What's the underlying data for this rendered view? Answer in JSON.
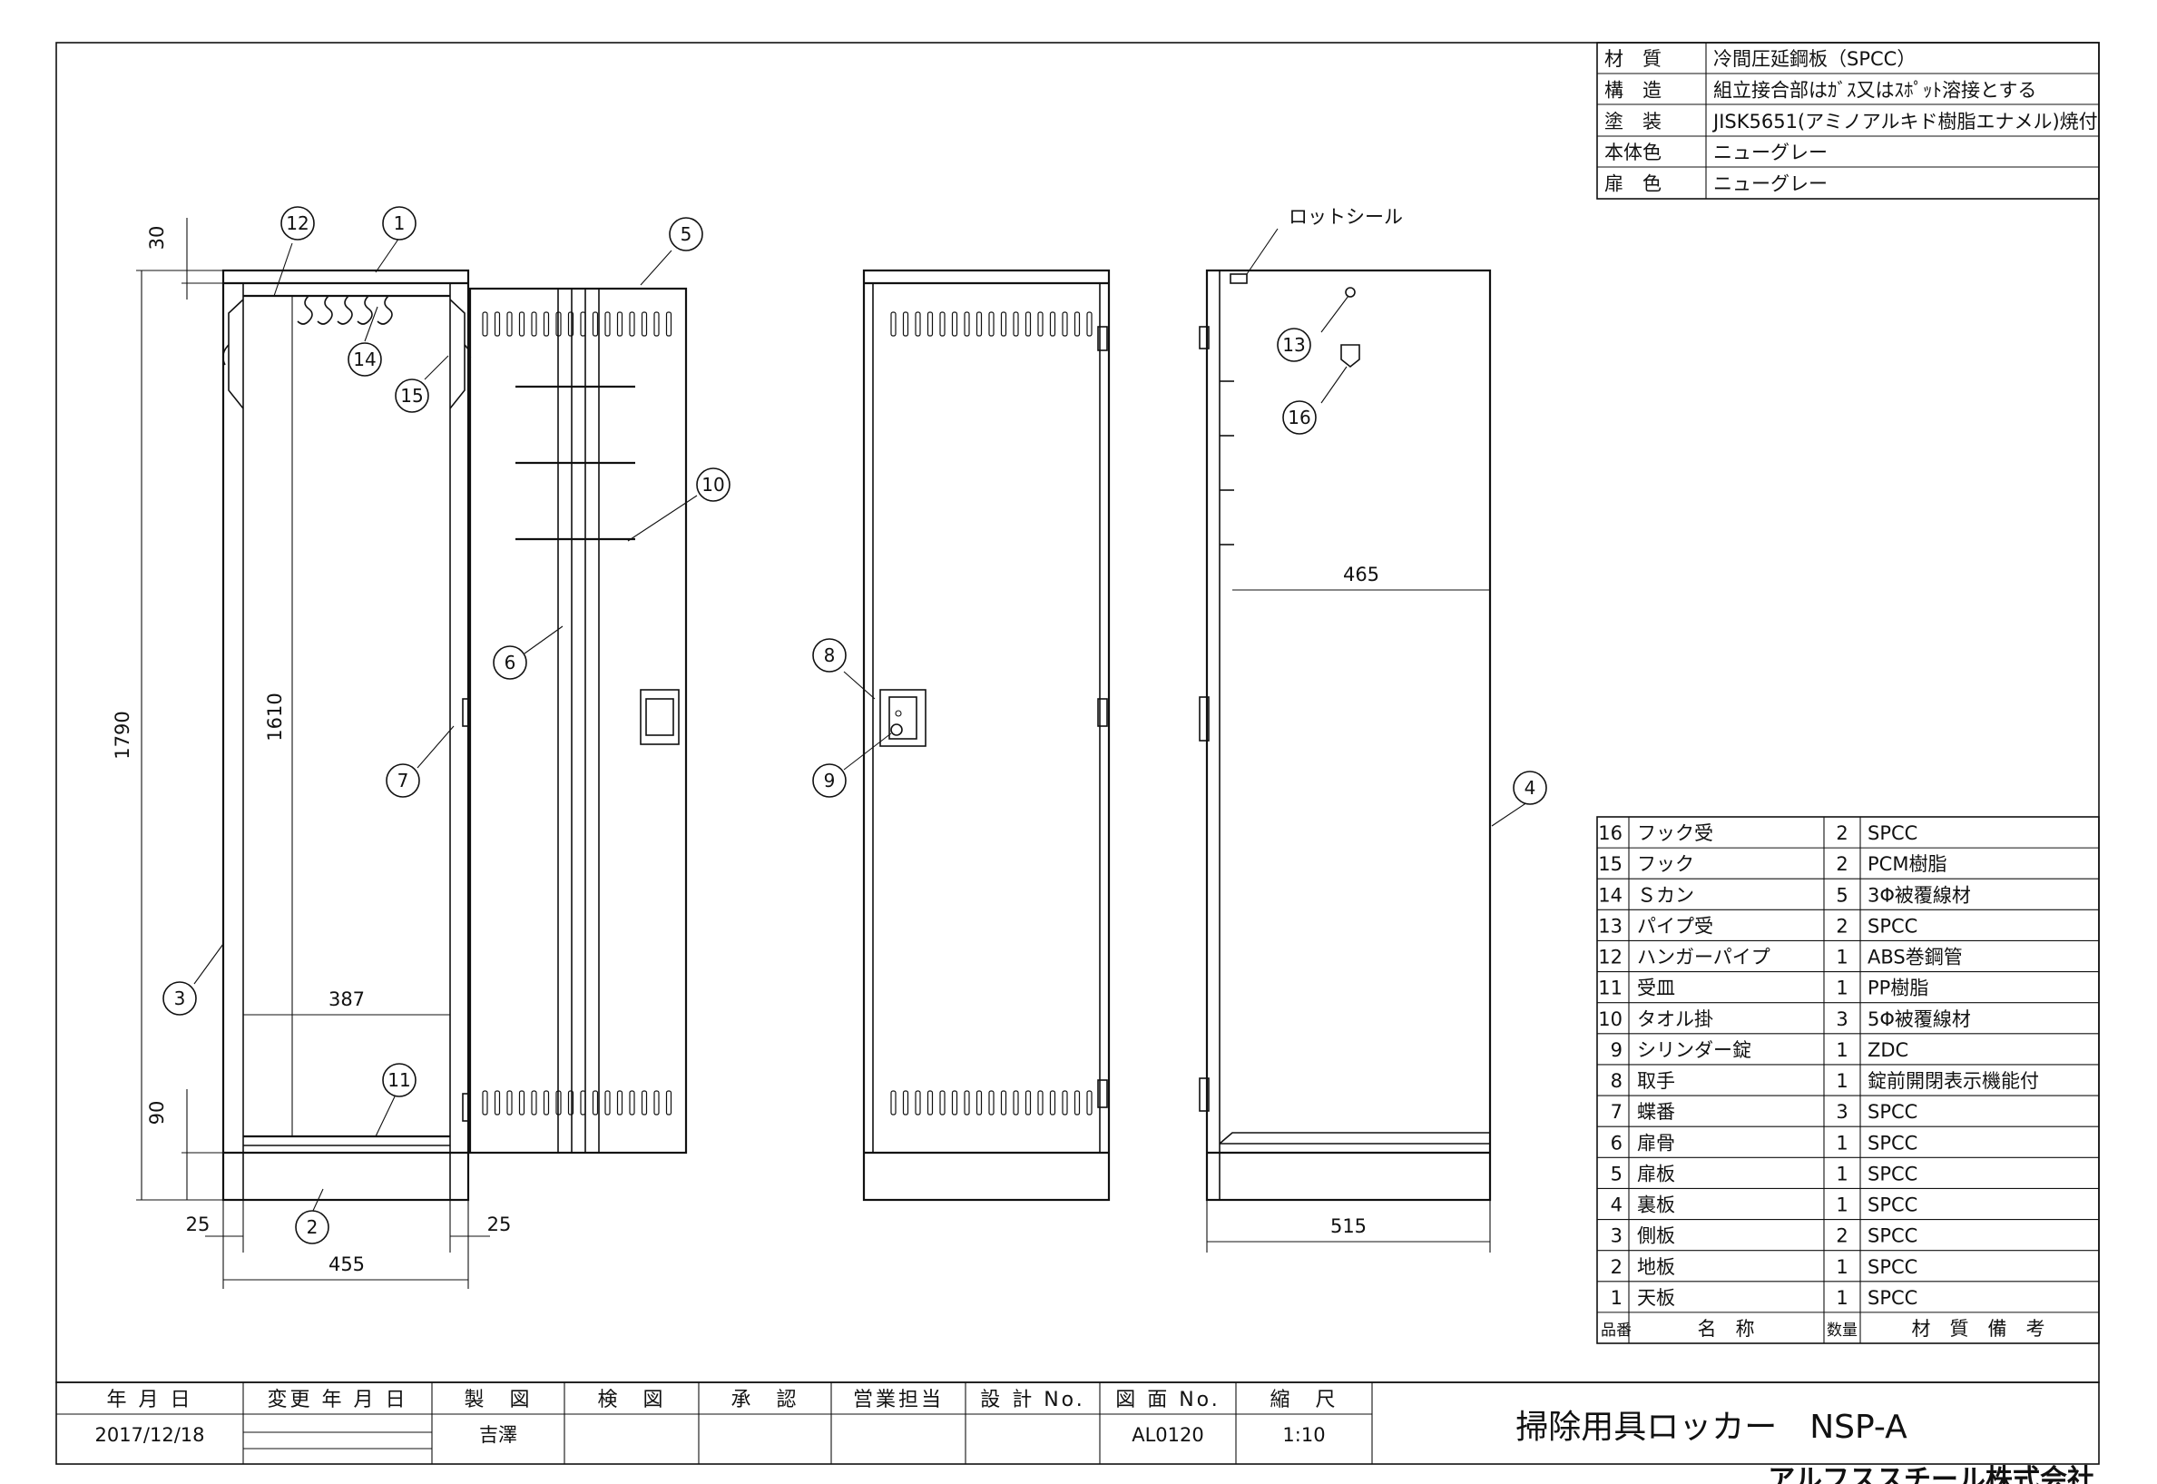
{
  "material_spec": [
    {
      "label": "材　質",
      "value": "冷間圧延鋼板（SPCC）"
    },
    {
      "label": "構　造",
      "value": "組立接合部はｶﾞｽ又はｽﾎﾟｯﾄ溶接とする"
    },
    {
      "label": "塗　装",
      "value": "JISK5651(アミノアルキド樹脂エナメル)焼付"
    },
    {
      "label": "本体色",
      "value": "ニューグレー"
    },
    {
      "label": "扉　色",
      "value": "ニューグレー"
    }
  ],
  "parts_header": {
    "no": "品番",
    "name": "名　称",
    "qty": "数量",
    "note": "材　質　備　考"
  },
  "parts": [
    {
      "no": "16",
      "name": "フック受",
      "qty": "2",
      "note": "SPCC"
    },
    {
      "no": "15",
      "name": "フック",
      "qty": "2",
      "note": "PCM樹脂"
    },
    {
      "no": "14",
      "name": "Ｓカン",
      "qty": "5",
      "note": "3Φ被覆線材"
    },
    {
      "no": "13",
      "name": "パイプ受",
      "qty": "2",
      "note": "SPCC"
    },
    {
      "no": "12",
      "name": "ハンガーパイプ",
      "qty": "1",
      "note": "ABS巻鋼管"
    },
    {
      "no": "11",
      "name": "受皿",
      "qty": "1",
      "note": "PP樹脂"
    },
    {
      "no": "10",
      "name": "タオル掛",
      "qty": "3",
      "note": "5Φ被覆線材"
    },
    {
      "no": "9",
      "name": "シリンダー錠",
      "qty": "1",
      "note": "ZDC"
    },
    {
      "no": "8",
      "name": "取手",
      "qty": "1",
      "note": "錠前開閉表示機能付"
    },
    {
      "no": "7",
      "name": "蝶番",
      "qty": "3",
      "note": "SPCC"
    },
    {
      "no": "6",
      "name": "扉骨",
      "qty": "1",
      "note": "SPCC"
    },
    {
      "no": "5",
      "name": "扉板",
      "qty": "1",
      "note": "SPCC"
    },
    {
      "no": "4",
      "name": "裏板",
      "qty": "1",
      "note": "SPCC"
    },
    {
      "no": "3",
      "name": "側板",
      "qty": "2",
      "note": "SPCC"
    },
    {
      "no": "2",
      "name": "地板",
      "qty": "1",
      "note": "SPCC"
    },
    {
      "no": "1",
      "name": "天板",
      "qty": "1",
      "note": "SPCC"
    }
  ],
  "title_block": {
    "headers": [
      "年 月 日",
      "変更 年 月 日",
      "製　図",
      "検　図",
      "承　認",
      "営業担当",
      "設 計 No.",
      "図 面 No.",
      "縮　尺"
    ],
    "values": [
      "2017/12/18",
      "",
      "吉澤",
      "",
      "",
      "",
      "",
      "AL0120",
      "1:10"
    ],
    "product_name": "掃除用具ロッカー　NSP-A",
    "company": "アルフススチール株式会社"
  },
  "callouts": [
    "1",
    "2",
    "3",
    "4",
    "5",
    "6",
    "7",
    "8",
    "9",
    "10",
    "11",
    "12",
    "13",
    "14",
    "15",
    "16"
  ],
  "lot_seal_label": "ロットシール",
  "dimensions": {
    "top": "30",
    "height": "1790",
    "inner_height": "1610",
    "inner_width": "387",
    "base": "90",
    "side_left": "25",
    "side_right": "25",
    "width": "455",
    "depth_inner": "465",
    "depth": "515"
  }
}
